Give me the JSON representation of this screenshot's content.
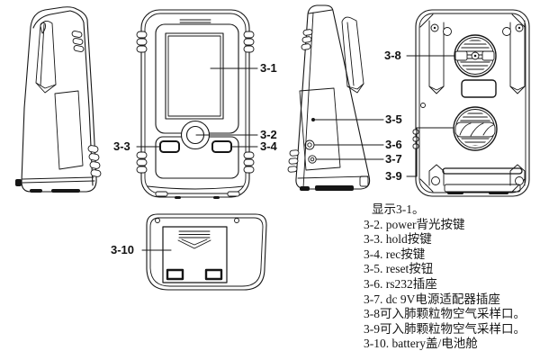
{
  "colors": {
    "line": "#161616",
    "background": "#ffffff"
  },
  "callouts": {
    "c1": "3-1",
    "c2": "3-2",
    "c3": "3-3",
    "c4": "3-4",
    "c5": "3-5",
    "c6": "3-6",
    "c7": "3-7",
    "c8": "3-8",
    "c9": "3-9",
    "c10": "3-10"
  },
  "legend": {
    "lines": [
      "显示3-1。",
      "3-2. power背光按键",
      "3-3. hold按键",
      "3-4. rec按键",
      "3-5. reset按钮",
      "3-6. rs232插座",
      "3-7. dc 9V电源适配器插座",
      "3-8可入肺颗粒物空气采样口。",
      "3-9可入肺颗粒物空气采样口。",
      "3-10. battery盖/电池舱"
    ]
  }
}
